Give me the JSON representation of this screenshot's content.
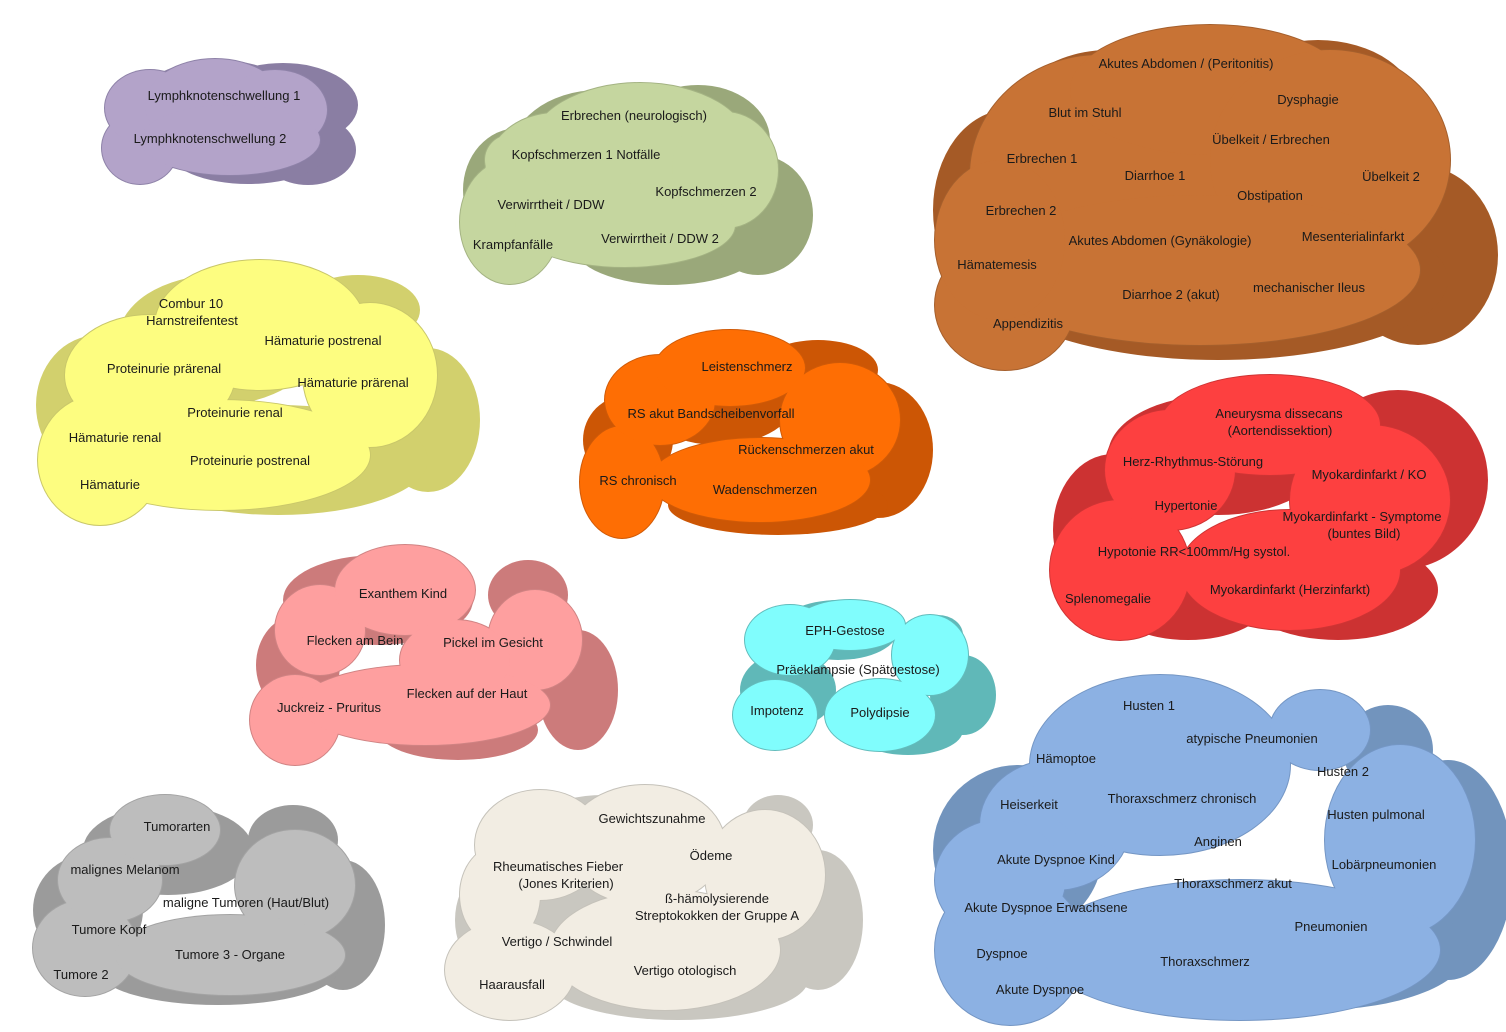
{
  "clouds": [
    {
      "id": "lymph",
      "fill": "#b3a3c9",
      "shadow": "#8a7ea3",
      "stroke": "#8e82a8",
      "items": [
        "Lymphknotenschwellung 1",
        "Lymphknotenschwellung 2"
      ]
    },
    {
      "id": "kopf",
      "fill": "#c5d69f",
      "shadow": "#9aa87a",
      "stroke": "#a4b383",
      "items": [
        "Erbrechen (neurologisch)",
        "Kopfschmerzen 1 Notfälle",
        "Kopfschmerzen 2",
        "Verwirrtheit / DDW",
        "Krampfanfälle",
        "Verwirrtheit /  DDW 2"
      ]
    },
    {
      "id": "abdomen",
      "fill": "#c87335",
      "shadow": "#a55a26",
      "stroke": "#a55f2c",
      "items": [
        "Akutes Abdomen / (Peritonitis)",
        "Dysphagie",
        "Blut im Stuhl",
        "Übelkeit / Erbrechen",
        "Erbrechen 1",
        "Diarrhoe 1",
        "Übelkeit 2",
        "Obstipation",
        "Erbrechen 2",
        "Akutes Abdomen (Gynäkologie)",
        "Mesenterialinfarkt",
        "Hämatemesis",
        "Diarrhoe 2 (akut)",
        "mechanischer Ileus",
        "Appendizitis"
      ]
    },
    {
      "id": "urin",
      "fill": "#fdfd80",
      "shadow": "#d2d06d",
      "stroke": "#c9c76a",
      "items": [
        "Combur 10",
        "Harnstreifentest",
        "Hämaturie postrenal",
        "Proteinurie prärenal",
        "Hämaturie prärenal",
        "Proteinurie renal",
        "Hämaturie renal",
        "Proteinurie postrenal",
        "Hämaturie"
      ]
    },
    {
      "id": "ruecken",
      "fill": "#fe6e04",
      "shadow": "#cc5605",
      "stroke": "#d05a07",
      "items": [
        "Leistenschmerz",
        "RS akut Bandscheibenvorfall",
        "Rückenschmerzen akut",
        "RS chronisch",
        "Wadenschmerzen"
      ]
    },
    {
      "id": "herz",
      "fill": "#fd4040",
      "shadow": "#cc3232",
      "stroke": "#cf3434",
      "items": [
        "Aneurysma dissecans",
        "(Aortendissektion)",
        "Herz-Rhythmus-Störung",
        "Myokardinfarkt / KO",
        "Hypertonie",
        "Myokardinfarkt - Symptome",
        "(buntes Bild)",
        "Hypotonie RR<100mm/Hg systol.",
        "Splenomegalie",
        "Myokardinfarkt (Herzinfarkt)"
      ]
    },
    {
      "id": "haut",
      "fill": "#fe9f9f",
      "shadow": "#cc7b7b",
      "stroke": "#d08383",
      "items": [
        "Exanthem Kind",
        "Flecken am Bein",
        "Pickel im Gesicht",
        "Flecken auf der Haut",
        "Juckreiz - Pruritus"
      ]
    },
    {
      "id": "gestose",
      "fill": "#80fdfd",
      "shadow": "#60b8b8",
      "stroke": "#62bcbc",
      "items": [
        "EPH-Gestose",
        "Präeklampsie (Spätgestose)",
        "Impotenz",
        "Polydipsie"
      ]
    },
    {
      "id": "lunge",
      "fill": "#8cb1e3",
      "shadow": "#7294bd",
      "stroke": "#7496c4",
      "items": [
        "Husten 1",
        "atypische Pneumonien",
        "Hämoptoe",
        "Husten 2",
        "Heiserkeit",
        "Thoraxschmerz chronisch",
        "Husten pulmonal",
        "Anginen",
        "Akute Dyspnoe Kind",
        "Lobärpneumonien",
        "Thoraxschmerz akut",
        "Akute Dyspnoe Erwachsene",
        "Pneumonien",
        "Dyspnoe",
        "Thoraxschmerz",
        "Akute Dyspnoe"
      ]
    },
    {
      "id": "tumor",
      "fill": "#bdbdbd",
      "shadow": "#9b9b9b",
      "stroke": "#a3a3a3",
      "items": [
        "Tumorarten",
        "malignes Melanom",
        "maligne Tumoren (Haut/Blut)",
        "Tumore Kopf",
        "Tumore 3 - Organe",
        "Tumore 2"
      ]
    },
    {
      "id": "rheuma",
      "fill": "#f2ede3",
      "shadow": "#c9c7c0",
      "stroke": "#c5c2ba",
      "items": [
        "Gewichtszunahme",
        "Ödeme",
        "Rheumatisches Fieber",
        "(Jones Kriterien)",
        "ß-hämolysierende",
        "Streptokokken der Gruppe A",
        "Vertigo / Schwindel",
        "Vertigo otologisch",
        "Haarausfall"
      ]
    }
  ]
}
